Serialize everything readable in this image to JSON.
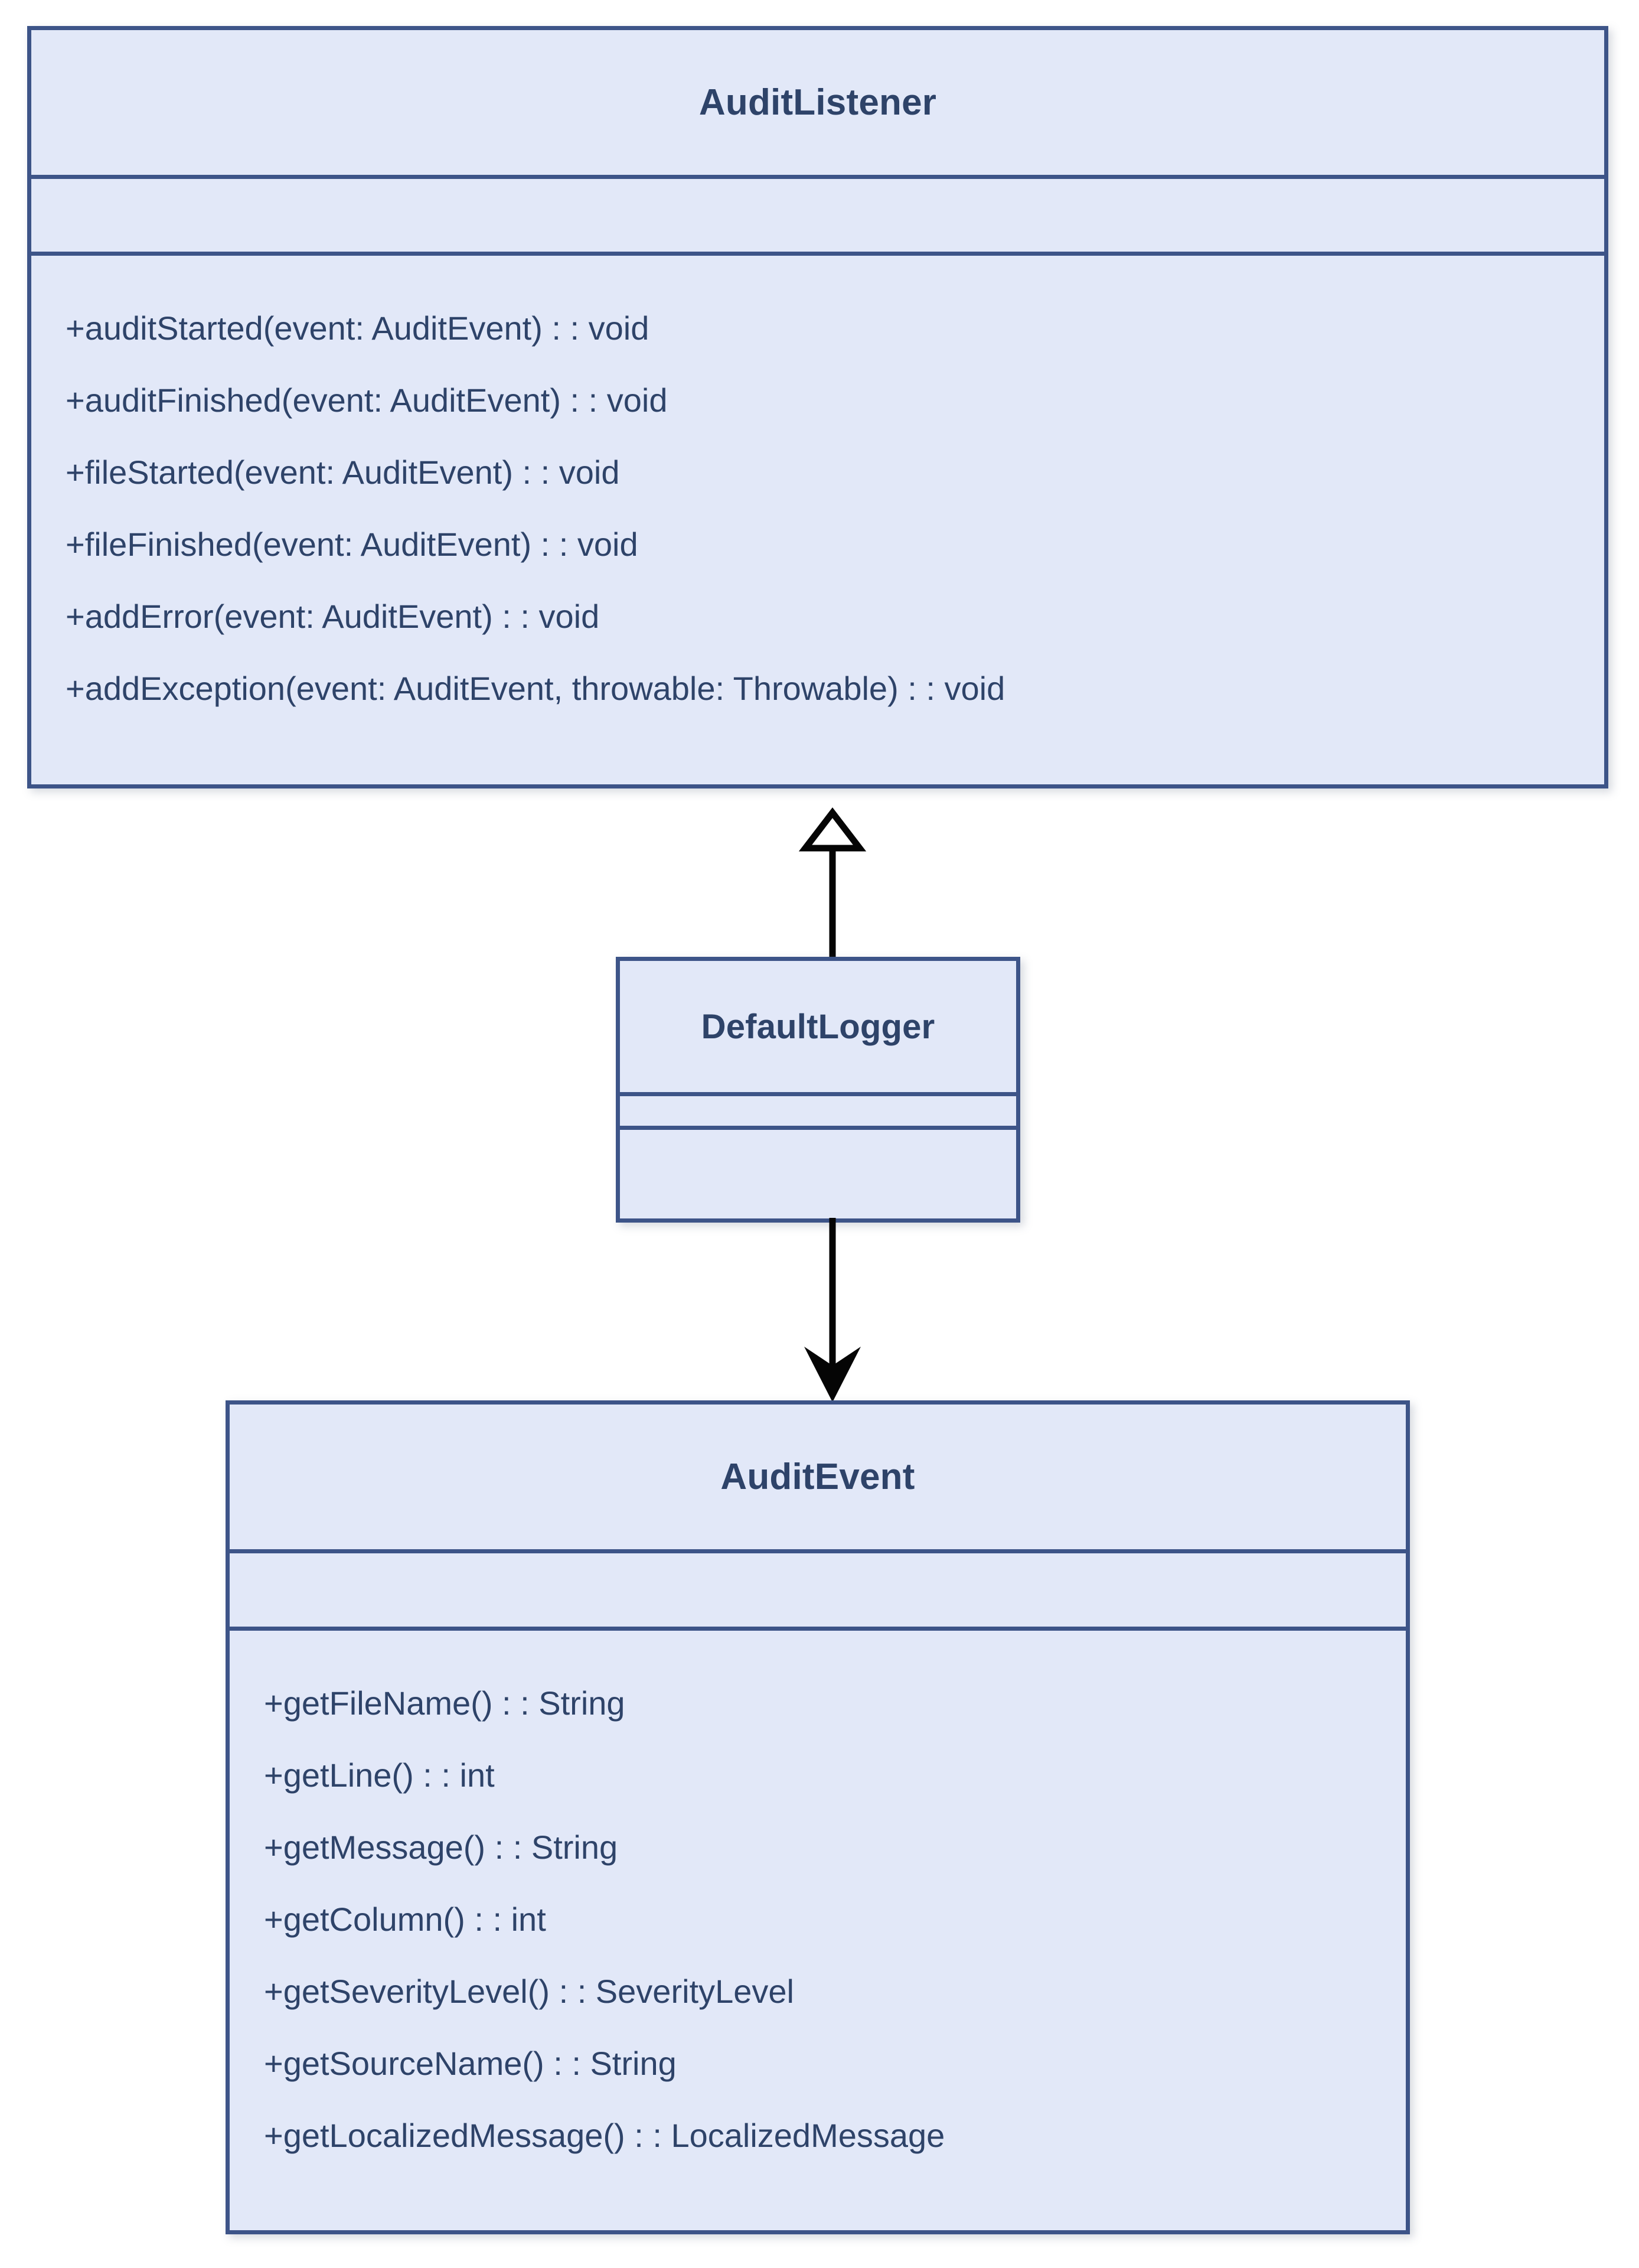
{
  "diagram": {
    "title": "UML class diagram",
    "background_color": "#ffffff",
    "class_fill_color": "#e2e8f8",
    "class_border_color": "#3d5488",
    "class_text_color": "#2e4369",
    "connector_color": "#050505"
  },
  "classes": [
    {
      "name": "AuditListener",
      "attributes": [],
      "methods": [
        "+auditStarted(event: AuditEvent) : : void",
        "+auditFinished(event: AuditEvent) : : void",
        "+fileStarted(event: AuditEvent) : : void",
        "+fileFinished(event: AuditEvent) : : void",
        "+addError(event: AuditEvent) : : void",
        "+addException(event: AuditEvent, throwable: Throwable) : : void"
      ]
    },
    {
      "name": "DefaultLogger",
      "attributes": [],
      "methods": []
    },
    {
      "name": "AuditEvent",
      "attributes": [],
      "methods": [
        "+getFileName() : : String",
        "+getLine() : : int",
        "+getMessage() : : String",
        "+getColumn() : : int",
        "+getSeverityLevel() : : SeverityLevel",
        "+getSourceName() : : String",
        "+getLocalizedMessage() : : LocalizedMessage"
      ]
    }
  ],
  "connectors": [
    {
      "id": "generalization",
      "from": "DefaultLogger",
      "to": "AuditListener",
      "arrowhead": "hollow-triangle",
      "direction": "up",
      "label": ""
    },
    {
      "id": "dependency",
      "from": "DefaultLogger",
      "to": "AuditEvent",
      "arrowhead": "solid-arrow",
      "direction": "down",
      "label": ""
    }
  ]
}
